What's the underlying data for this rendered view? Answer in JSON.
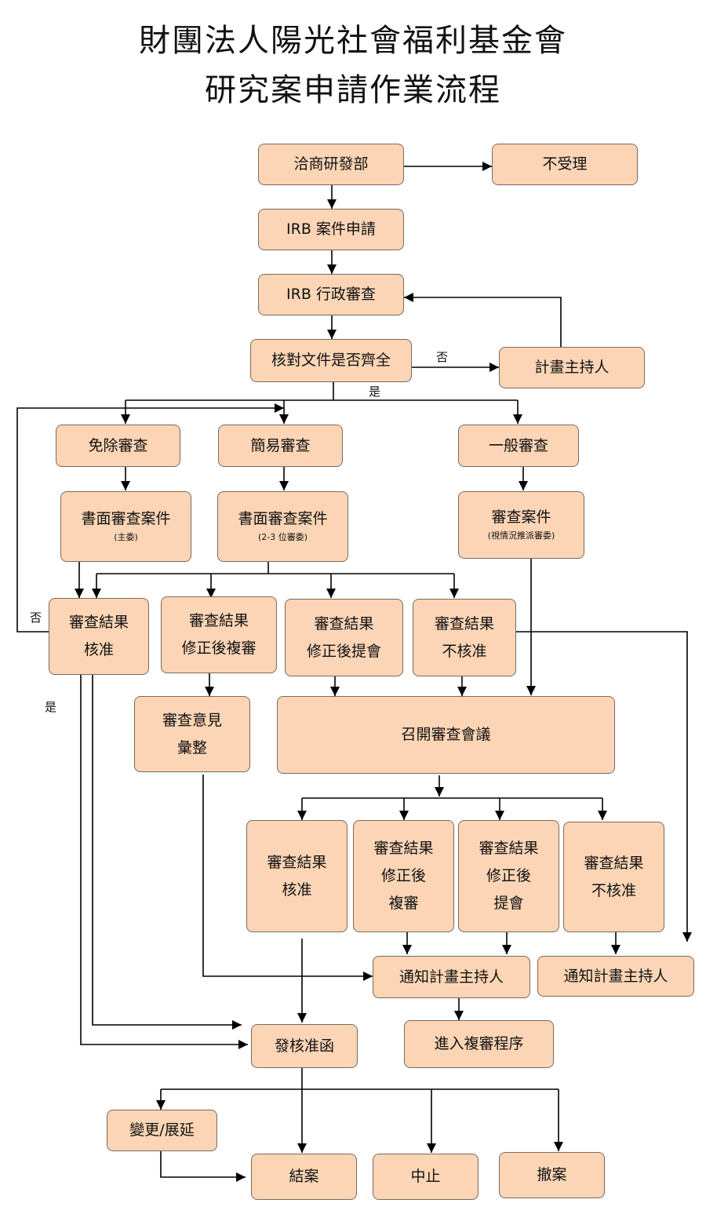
{
  "title": {
    "line1": "財團法人陽光社會福利基金會",
    "line2": "研究案申請作業流程"
  },
  "nodes": {
    "consult": "洽商研發部",
    "not_accept": "不受理",
    "irb_apply": "IRB 案件申請",
    "irb_admin": "IRB 行政審查",
    "check_docs": "核對文件是否齊全",
    "pi_top": "計畫主持人",
    "exempt": "免除審查",
    "expedited": "簡易審查",
    "general": "一般審查",
    "written1": {
      "main": "書面審查案件",
      "sub": "(主委)"
    },
    "written2": {
      "main": "書面審查案件",
      "sub": "(2-3 位審委)"
    },
    "review_case": {
      "main": "審查案件",
      "sub": "(視情況推派審委)"
    },
    "r_approve": [
      "審查結果",
      "核准"
    ],
    "r_revise_re": [
      "審查結果",
      "修正後複審"
    ],
    "r_revise_meet": [
      "審查結果",
      "修正後提會"
    ],
    "r_reject": [
      "審查結果",
      "不核准"
    ],
    "opinions": [
      "審查意見",
      "彙整"
    ],
    "meeting": "召開審查會議",
    "m_approve": [
      "審查結果",
      "核准"
    ],
    "m_revise_re": [
      "審查結果",
      "修正後",
      "複審"
    ],
    "m_revise_meet": [
      "審查結果",
      "修正後",
      "提會"
    ],
    "m_reject": [
      "審查結果",
      "不核准"
    ],
    "notify1": "通知計畫主持人",
    "notify2": "通知計畫主持人",
    "approval_letter": "發核准函",
    "re_review": "進入複審程序",
    "amend": "變更/展延",
    "close": "結案",
    "suspend": "中止",
    "withdraw": "撤案"
  },
  "labels": {
    "no_right": "否",
    "yes_center": "是",
    "no_left": "否",
    "yes_left": "是"
  }
}
